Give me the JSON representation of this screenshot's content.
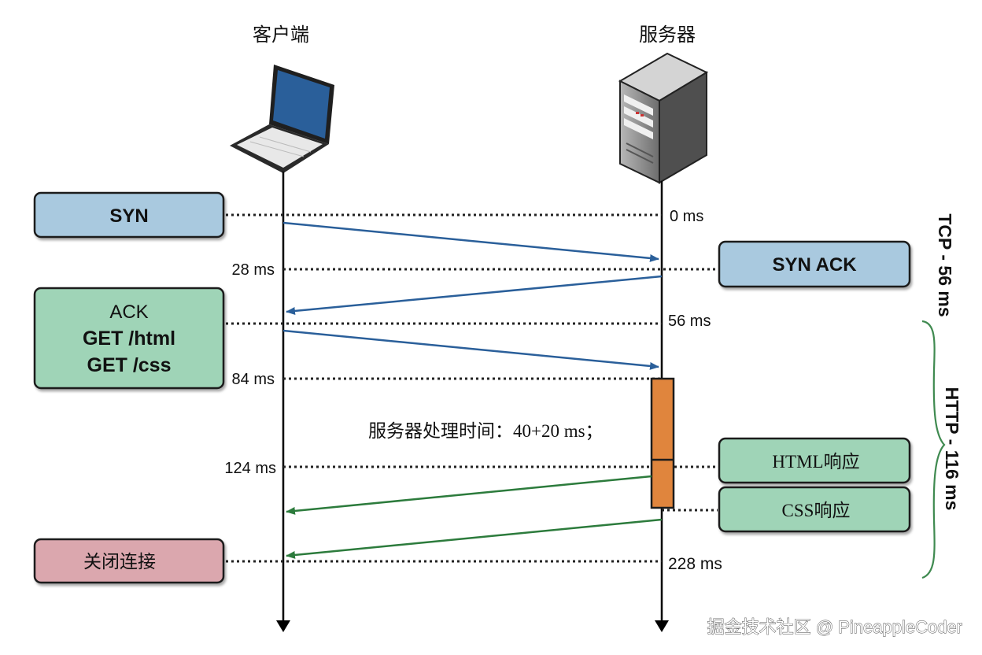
{
  "lanes": {
    "client": "客户端",
    "server": "服务器"
  },
  "messages": {
    "syn": "SYN",
    "syn_ack": "SYN ACK",
    "ack_lines": [
      "ACK",
      "GET /html",
      "GET /css"
    ],
    "html_response": "HTML响应",
    "css_response": "CSS响应",
    "close": "关闭连接"
  },
  "times": {
    "t0": "0 ms",
    "t28": "28 ms",
    "t56": "56 ms",
    "t84": "84 ms",
    "t124": "124 ms",
    "t228": "228 ms"
  },
  "processing_note": "服务器处理时间：40+20 ms；",
  "phases": {
    "tcp": "TCP - 56 ms",
    "http": "HTTP - 116 ms"
  },
  "watermark": "掘金技术社区 @ PineappleCoder",
  "colors": {
    "blue_box": "#a9c9df",
    "green_box": "#9fd4b7",
    "pink_box": "#dba7ae",
    "blue_arrow": "#2a5f9a",
    "green_arrow": "#2c7b3c",
    "processing_bar": "#e0853d",
    "brace": "#3f8a50",
    "laptop_screen": "#2a5f9a",
    "server_body": "#8f8f8f"
  }
}
